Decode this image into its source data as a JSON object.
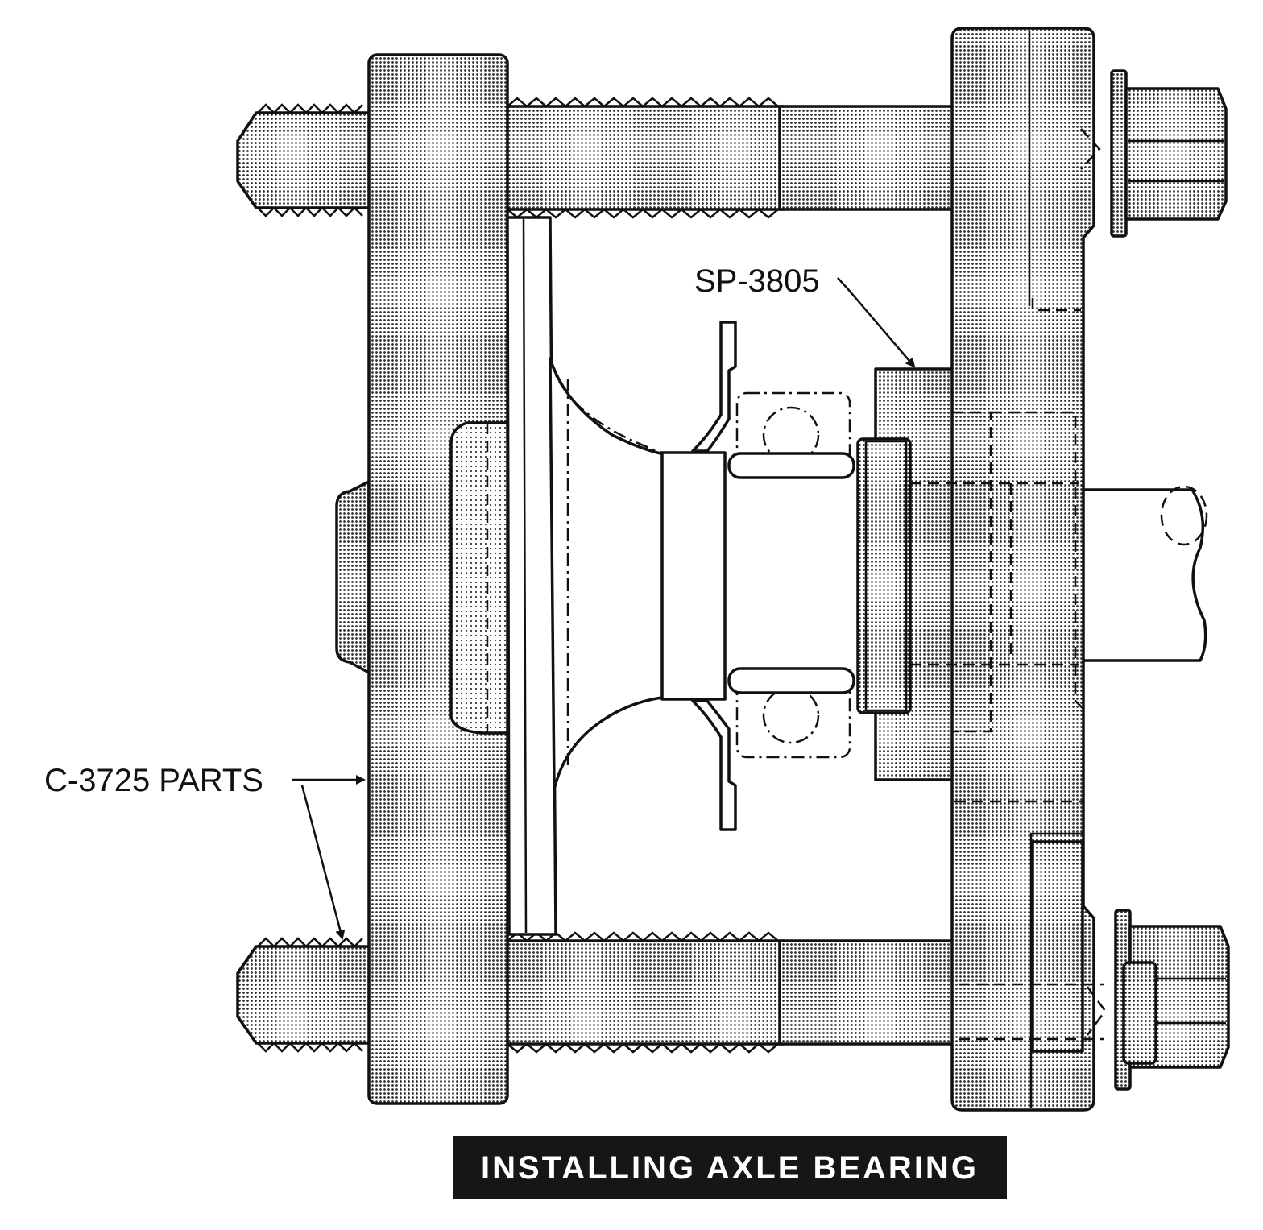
{
  "labels": {
    "tool_sp": "SP-3805",
    "tool_c": "C-3725 PARTS"
  },
  "caption": "INSTALLING AXLE BEARING",
  "colors": {
    "ink": "#111111",
    "paper": "#ffffff",
    "shade": "#c8c8c8",
    "caption_bg": "#161616"
  }
}
